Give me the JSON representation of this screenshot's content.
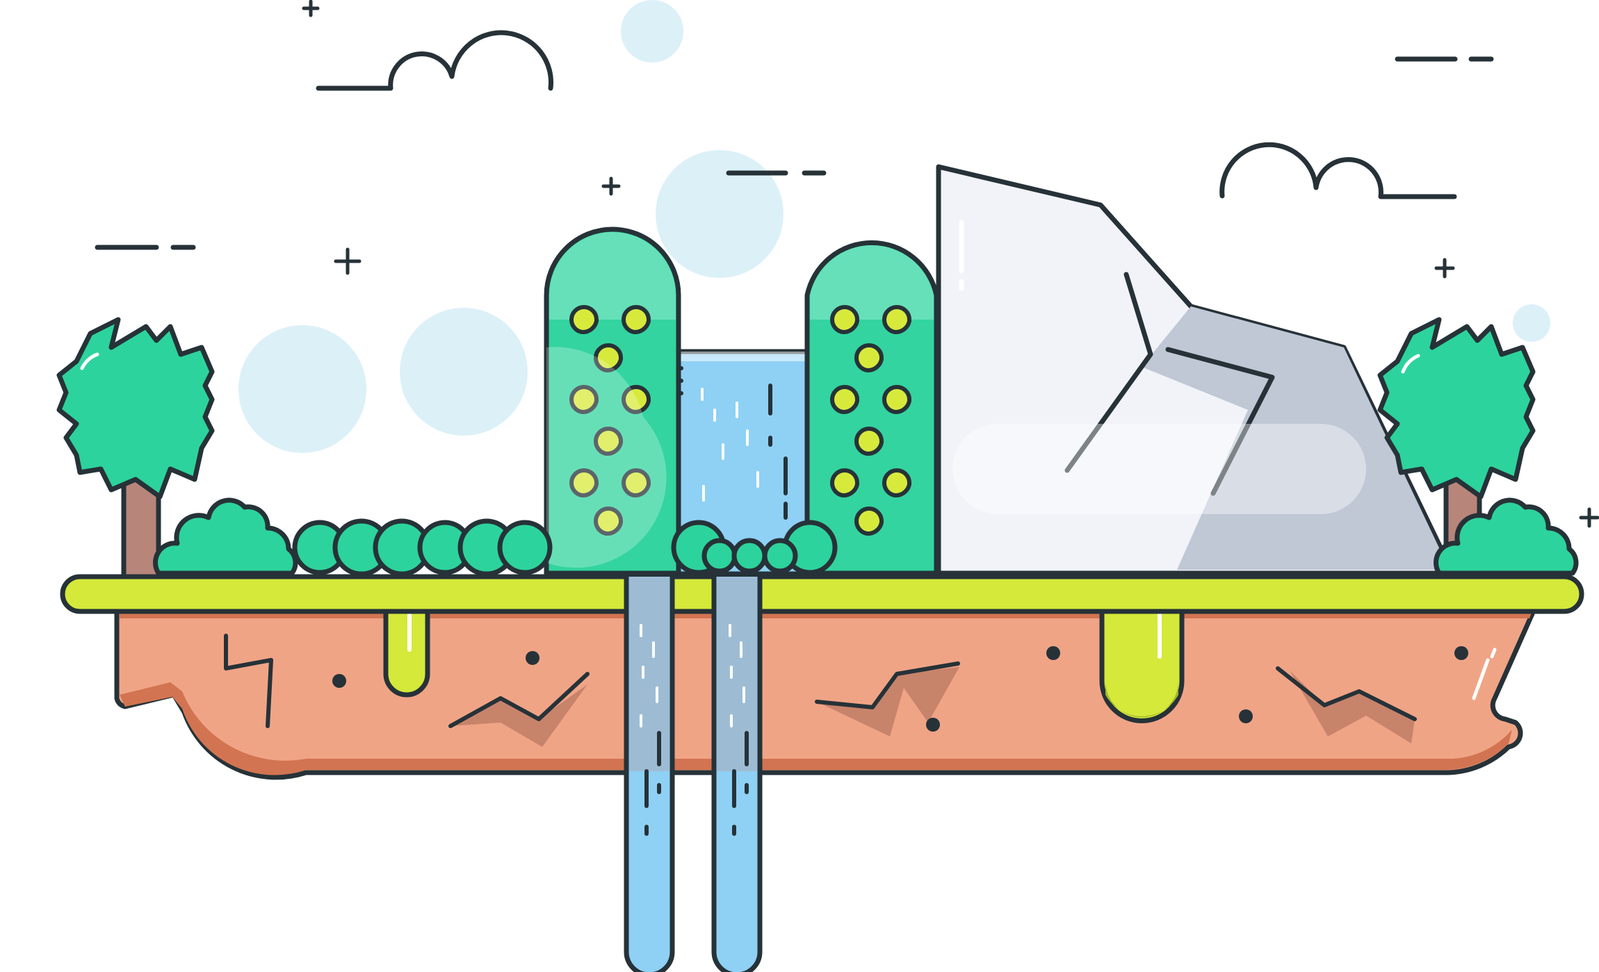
{
  "scene": {
    "title": "",
    "colors": {
      "outline": "#263238",
      "sky_bubble": "#dcf0f8",
      "tree_green": "#2dd39c",
      "tree_trunk": "#b8857a",
      "pillar_green": "#33d49f",
      "pillar_top": "#66e0b9",
      "leaf_yellow": "#d7ea3c",
      "grass_lime": "#d4e93a",
      "soil": "#f0a486",
      "soil_dark": "#d27451",
      "water": "#8fd0f5",
      "rock_light": "#f1f3f8",
      "rock_shadow": "#c0c7d5"
    },
    "elements": [
      "cloud-line",
      "sky-bubble",
      "sparkle-cross",
      "tree",
      "bush",
      "pillar-building",
      "waterfall",
      "rock-mountain",
      "floating-island",
      "water-stream"
    ]
  }
}
